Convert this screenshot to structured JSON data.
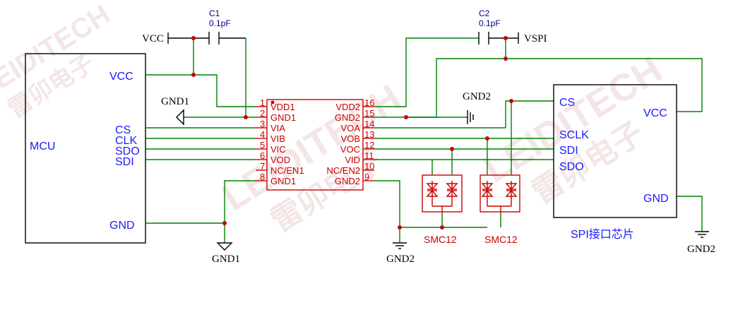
{
  "watermark": {
    "text": "LEIDITECH",
    "cn": "雷卯电子"
  },
  "mcu": {
    "name": "MCU",
    "pins": {
      "vcc": "VCC",
      "cs": "CS",
      "clk": "CLK",
      "sdo": "SDO",
      "sdi": "SDI",
      "gnd": "GND"
    }
  },
  "isolator": {
    "left_nums": [
      "1",
      "2",
      "3",
      "4",
      "5",
      "6",
      "7",
      "8"
    ],
    "left_names": [
      "VDD1",
      "GND1",
      "VIA",
      "VIB",
      "VIC",
      "VOD",
      "NC/EN1",
      "GND1"
    ],
    "right_nums": [
      "16",
      "15",
      "14",
      "13",
      "12",
      "11",
      "10",
      "9"
    ],
    "right_names": [
      "VDD2",
      "GND2",
      "VOA",
      "VOB",
      "VOC",
      "VID",
      "NC/EN2",
      "GND2"
    ]
  },
  "c1": {
    "ref": "C1",
    "value": "0.1pF"
  },
  "c2": {
    "ref": "C2",
    "value": "0.1pF"
  },
  "power": {
    "vcc": "VCC",
    "vspi": "VSPI"
  },
  "grounds": {
    "gnd1_top": "GND1",
    "gnd1_bottom": "GND1",
    "gnd2_top": "GND2",
    "gnd2_mid": "GND2",
    "gnd2_right": "GND2"
  },
  "tvs": {
    "left": "SMC12",
    "right": "SMC12"
  },
  "spi_chip": {
    "title": "SPI接口芯片",
    "pins": {
      "cs": "CS",
      "sclk": "SCLK",
      "sdi": "SDI",
      "sdo": "SDO",
      "vcc": "VCC",
      "gnd": "GND"
    }
  }
}
